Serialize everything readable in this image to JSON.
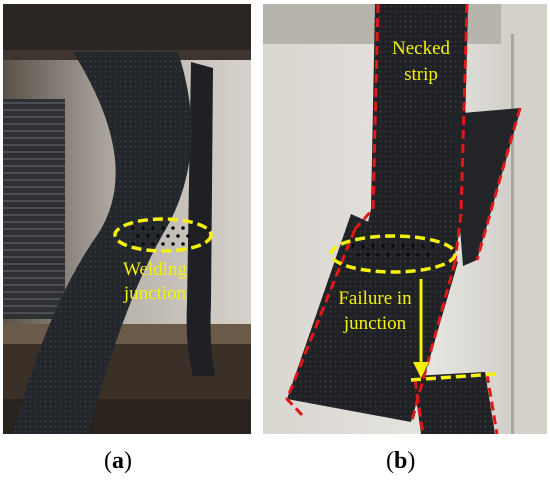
{
  "panels": [
    {
      "label_open": "(",
      "label_letter": "a",
      "label_close": ")",
      "annotations": [
        "Welding",
        "junction"
      ]
    },
    {
      "label_open": "(",
      "label_letter": "b",
      "label_close": ")",
      "annotations": [
        "Necked",
        "strip",
        "Failure in",
        "junction"
      ]
    }
  ],
  "colors": {
    "annotation_yellow": "#f5f20a",
    "outline_red": "#e01818",
    "strip_black": "#1d1f22",
    "frame_dark": "#2b2521"
  }
}
